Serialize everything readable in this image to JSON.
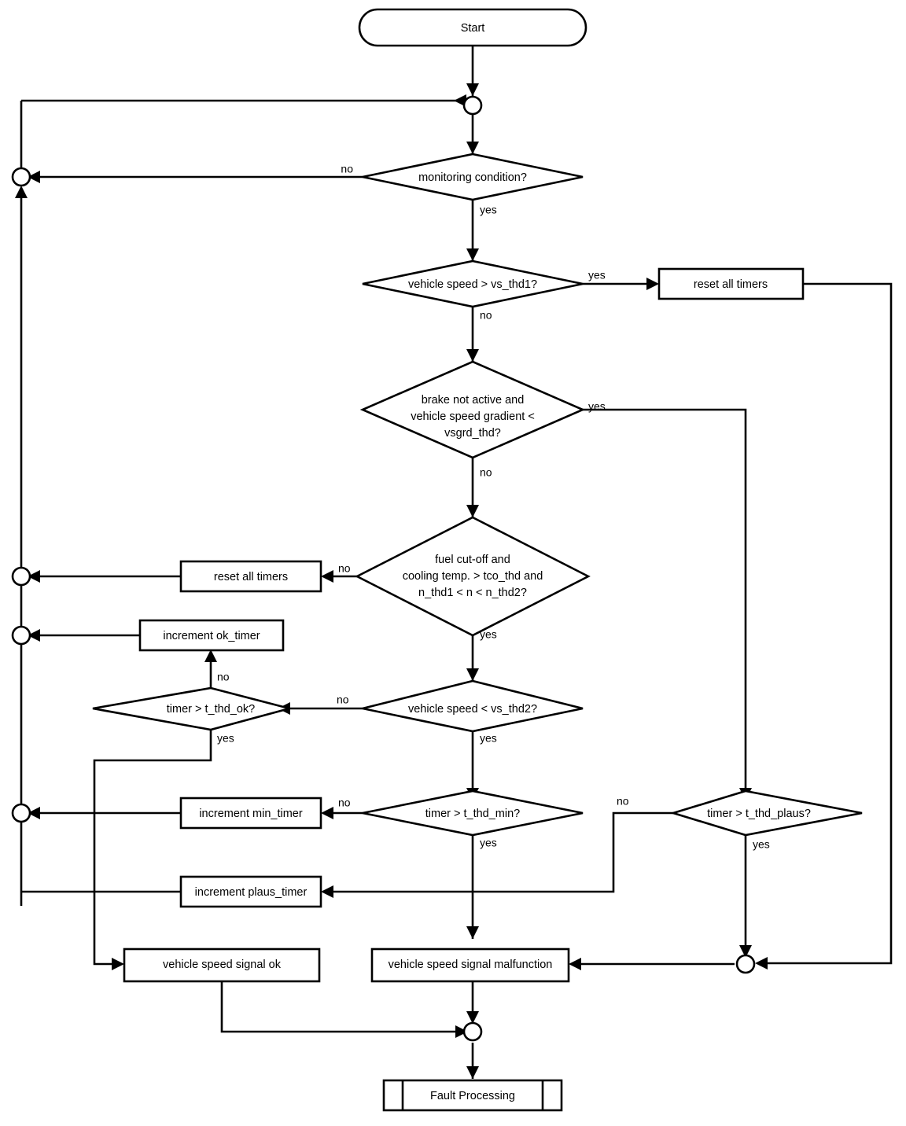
{
  "diagram": {
    "title": "Vehicle speed signal plausibility monitoring flowchart",
    "type": "flowchart",
    "colors": {
      "stroke": "#000000",
      "fill": "#ffffff",
      "text": "#000000"
    },
    "nodes": {
      "start": {
        "label": "Start",
        "shape": "terminator"
      },
      "monitoring_condition": {
        "label": "monitoring condition?",
        "shape": "decision"
      },
      "vehicle_speed_gt_vs_thd1": {
        "label": "vehicle speed > vs_thd1?",
        "shape": "decision"
      },
      "reset_all_timers_top": {
        "label": "reset all timers",
        "shape": "process"
      },
      "brake_gradient": {
        "shape": "decision",
        "line1": "brake not active and",
        "line2": "vehicle speed gradient <",
        "line3": "vsgrd_thd?"
      },
      "fuel_cutoff": {
        "shape": "decision",
        "line1": "fuel cut-off and",
        "line2": "cooling temp. > tco_thd and",
        "line3": "n_thd1 < n < n_thd2?"
      },
      "reset_all_timers_mid": {
        "label": "reset all timers",
        "shape": "process"
      },
      "increment_ok_timer": {
        "label": "increment ok_timer",
        "shape": "process"
      },
      "timer_gt_t_thd_ok": {
        "label": "timer > t_thd_ok?",
        "shape": "decision"
      },
      "vehicle_speed_lt_vs_thd2": {
        "label": "vehicle speed < vs_thd2?",
        "shape": "decision"
      },
      "increment_min_timer": {
        "label": "increment min_timer",
        "shape": "process"
      },
      "timer_gt_t_thd_min": {
        "label": "timer > t_thd_min?",
        "shape": "decision"
      },
      "timer_gt_t_thd_plaus": {
        "label": "timer > t_thd_plaus?",
        "shape": "decision"
      },
      "increment_plaus_timer": {
        "label": "increment plaus_timer",
        "shape": "process"
      },
      "vehicle_speed_signal_ok": {
        "label": "vehicle speed signal ok",
        "shape": "process"
      },
      "vehicle_speed_signal_malfunction": {
        "label": "vehicle speed signal malfunction",
        "shape": "process"
      },
      "fault_processing": {
        "label": "Fault Processing",
        "shape": "predefined-process"
      }
    },
    "edge_labels": {
      "monitoring_no": "no",
      "monitoring_yes": "yes",
      "vs_thd1_yes": "yes",
      "vs_thd1_no": "no",
      "brake_yes": "yes",
      "brake_no": "no",
      "fuel_no": "no",
      "fuel_yes": "yes",
      "t_thd_ok_no": "no",
      "t_thd_ok_yes": "yes",
      "vs_thd2_no": "no",
      "vs_thd2_yes": "yes",
      "t_thd_min_no": "no",
      "t_thd_min_yes": "yes",
      "t_thd_plaus_no": "no",
      "t_thd_plaus_yes": "yes"
    }
  }
}
